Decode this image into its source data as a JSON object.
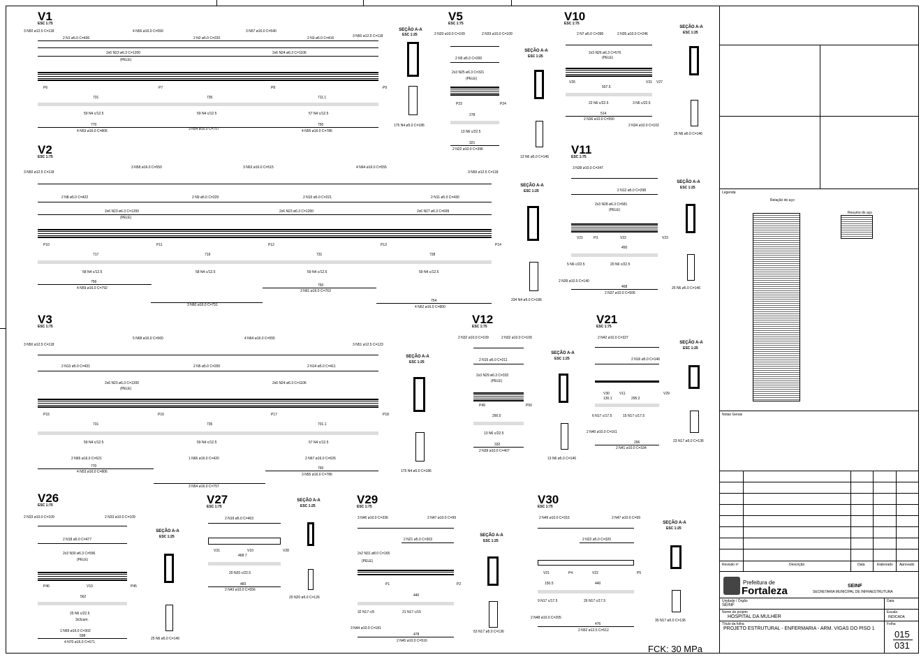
{
  "beams": {
    "V1": {
      "title": "V1",
      "scale": "ESC 1:75",
      "section": "SEÇÃO A-A",
      "section_scale": "ESC 1:25",
      "bars": [
        "3 N50 ø12.5 C=118",
        "4 N56 ø16.0 C=550",
        "3 N57 ø16.0 C=540",
        "3 N50 ø12.5 C=118",
        "2 N1 ø5.0 C=436",
        "2 N2 ø5.0 C=220",
        "2 N3 ø5.0 C=416",
        "2x6 N23 ø6.3 C=1200",
        "2x6 N24 ø6.3 C=1106",
        "(PELE)",
        "59 N4 c/12.5",
        "59 N4 c/12.5",
        "57 N4 c/12.5",
        "4 N53 ø16.0 C=806",
        "3 N54 ø16.0 C=757",
        "4 N55 ø16.0 C=786",
        "175 N4 ø5.0 C=186"
      ],
      "pillars": [
        "P6",
        "P7",
        "P8",
        "P9"
      ],
      "dims": [
        "731",
        "735",
        "711.1",
        "770",
        "750"
      ]
    },
    "V2": {
      "title": "V2",
      "scale": "ESC 1:75",
      "section": "SEÇÃO A-A",
      "section_scale": "ESC 1:25",
      "bars": [
        "3 N50 ø12.5 C=118",
        "3 N58 ø16.0 C=550",
        "3 N63 ø16.0 C=515",
        "4 N64 ø16.0 C=555",
        "3 N50 ø12.5 C=118",
        "2 N8 ø5.0 C=422",
        "2 N9 ø5.0 C=229",
        "2 N10 ø5.0 C=221",
        "2 N11 ø5.0 C=430",
        "2x6 N23 ø6.3 C=1200",
        "2x6 N23 ø6.3 C=1200",
        "2x6 N27 ø6.3 C=699",
        "(PELE)",
        "58 N4 c/12.5",
        "58 N4 c/12.5",
        "59 N4 c/12.5",
        "59 N4 c/12.5",
        "4 N59 ø16.0 C=792",
        "3 N60 ø16.0 C=751",
        "3 N61 ø16.0 C=763",
        "4 N62 ø16.0 C=800",
        "234 N4 ø5.0 C=186"
      ],
      "pillars": [
        "P10",
        "P11",
        "P12",
        "P13",
        "P14"
      ],
      "dims": [
        "717",
        "719",
        "731",
        "728",
        "756",
        "750",
        "754"
      ]
    },
    "V3": {
      "title": "V3",
      "scale": "ESC 1:75",
      "section": "SEÇÃO A-A",
      "section_scale": "ESC 1:25",
      "bars": [
        "3 N50 ø12.5 C=118",
        "5 N68 ø16.0 C=560",
        "4 N64 ø16.0 C=555",
        "3 N51 ø12.5 C=123",
        "2 N13 ø5.0 C=431",
        "2 N5 ø5.0 C=200",
        "2 N14 ø5.0 C=411",
        "2x6 N23 ø6.3 C=1200",
        "2x6 N24 ø6.3 C=1106",
        "(PELE)",
        "59 N4 c/12.5",
        "59 N4 c/12.5",
        "57 N4 c/12.5",
        "2 N65 ø16.0 C=621",
        "1 N66 ø16.0 C=420",
        "2 N67 ø16.0 C=626",
        "4 N53 ø16.0 C=806",
        "3 N54 ø16.0 C=757",
        "3 N55 ø16.0 C=786",
        "175 N4 ø5.0 C=186"
      ],
      "pillars": [
        "P15",
        "P16",
        "P17",
        "P18"
      ],
      "dims": [
        "731",
        "735",
        "701.1",
        "770",
        "750"
      ]
    },
    "V5": {
      "title": "V5",
      "scale": "ESC 1:75",
      "section": "SEÇÃO A-A",
      "section_scale": "ESC 1:25",
      "bars": [
        "2 N33 ø10.0 C=109",
        "2 N33 ø10.0 C=109",
        "2 N5 ø5.0 C=200",
        "2x3 N25 ø6.3 C=321",
        "(PELE)",
        "13 N6 c/22.5",
        "2 N22 ø10.0 C=396",
        "13 N6 ø5.0 C=146"
      ],
      "pillars": [
        "P23",
        "P24"
      ],
      "dims": [
        "278",
        "321"
      ]
    },
    "V10": {
      "title": "V10",
      "scale": "ESC 1:75",
      "section": "SEÇÃO A-A",
      "section_scale": "ESC 1:25",
      "bars": [
        "2 N7 ø5.0 C=396",
        "2 N35 ø10.0 C=246",
        "2x3 N26 ø6.3 C=576",
        "(PELE)",
        "22 N6 c/22.5",
        "3 N6 c/22.5",
        "2 N36 ø10.0 C=550",
        "2 N34 ø10.0 C=102",
        "25 N6 ø5.0 C=146"
      ],
      "pillars": [
        "V26",
        "V31",
        "V27"
      ],
      "dims": [
        "507.5",
        "514"
      ]
    },
    "V11": {
      "title": "V11",
      "scale": "ESC 1:75",
      "section": "SEÇÃO A-A",
      "section_scale": "ESC 1:25",
      "bars": [
        "3 N38 ø10.0 C=347",
        "2 N12 ø5.0 C=298",
        "2x3 N28 ø6.3 C=581",
        "(PELE)",
        "5 N6 c/22.5",
        "20 N6 c/22.5",
        "2 N39 ø10.0 C=140",
        "2 N37 ø10.0 C=506",
        "25 N6 ø5.0 C=146"
      ],
      "pillars": [
        "V21",
        "P3",
        "V22",
        "V23"
      ],
      "dims": [
        "450",
        "468"
      ]
    },
    "V12": {
      "title": "V12",
      "scale": "ESC 1:75",
      "section": "SEÇÃO A-A",
      "section_scale": "ESC 1:25",
      "bars": [
        "2 N32 ø10.0 C=109",
        "2 N32 ø10.0 C=109",
        "2 N15 ø5.0 C=211",
        "2x3 N29 ø6.3 C=332",
        "(PELE)",
        "13 N6 c/22.5",
        "2 N39 ø10.0 C=407",
        "13 N6 ø5.0 C=146"
      ],
      "pillars": [
        "P49",
        "P50"
      ],
      "dims": [
        "290.5",
        "332"
      ]
    },
    "V21": {
      "title": "V21",
      "scale": "ESC 1:75",
      "section": "SEÇÃO A-A",
      "section_scale": "ESC 1:25",
      "bars": [
        "2 N42 ø10.0 C=327",
        "2 N16 ø5.0 C=146",
        "6 N17 c/17.5",
        "15 N17 c/17.5",
        "2 N40 ø10.0 C=161",
        "2 N41 ø10.0 C=334",
        "23 N17 ø5.0 C=136"
      ],
      "pillars": [
        "V30",
        "V11",
        "V29"
      ],
      "dims": [
        "130.1",
        "295.2",
        "296"
      ]
    },
    "V26": {
      "title": "V26",
      "scale": "ESC 1:75",
      "section": "SEÇÃO A-A",
      "section_scale": "ESC 1:25",
      "bars": [
        "2 N33 ø10.0 C=109",
        "2 N33 ø10.0 C=109",
        "2 N18 ø5.0 C=477",
        "2x3 N30 ø6.3 C=596",
        "(PELE)",
        "25 N6 c/22.5",
        "3x3cam.",
        "1 N69 ø16.0 C=302",
        "4 N70 ø16.0 C=671",
        "25 N6 ø5.0 C=146"
      ],
      "pillars": [
        "P46",
        "V10",
        "P45"
      ],
      "dims": [
        "562",
        "598"
      ]
    },
    "V27": {
      "title": "V27",
      "scale": "ESC 1:75",
      "section": "SEÇÃO A-A",
      "section_scale": "ESC 1:25",
      "bars": [
        "2 N19 ø5.0 C=463",
        "20 N20 c/22.5",
        "2 N43 ø10.0 C=556",
        "20 N20 ø5.0 C=126"
      ],
      "pillars": [
        "V31",
        "V10",
        "V28"
      ],
      "dims": [
        "468.7",
        "483"
      ]
    },
    "V29": {
      "title": "V29",
      "scale": "ESC 1:75",
      "section": "SEÇÃO A-A",
      "section_scale": "ESC 1:25",
      "bars": [
        "3 N46 ø10.0 C=336",
        "2 N47 ø10.0 C=99",
        "2 N21 ø5.0 C=303",
        "2x2 N31 ø8.0 C=165",
        "(PELE)",
        "32 N17 c/5",
        "21 N17 c/15",
        "3 N44 ø10.0 C=181",
        "2 N45 ø10.0 C=516",
        "53 N17 ø5.0 C=136"
      ],
      "pillars": [
        "P1",
        "P2"
      ],
      "dims": [
        "440",
        "478"
      ]
    },
    "V30": {
      "title": "V30",
      "scale": "ESC 1:75",
      "section": "SEÇÃO A-A",
      "section_scale": "ESC 1:25",
      "bars": [
        "2 N49 ø10.0 C=315",
        "2 N47 ø10.0 C=99",
        "2 N22 ø5.0 C=320",
        "9 N17 c/17.5",
        "26 N17 c/17.5",
        "2 N48 ø10.0 C=205",
        "2 N52 ø12.5 C=512",
        "35 N17 ø5.0 C=136"
      ],
      "pillars": [
        "V21",
        "P4",
        "V22",
        "P5"
      ],
      "dims": [
        "150.5",
        "440",
        "476"
      ]
    }
  },
  "fck": "FCK: 30 MPa",
  "title_block": {
    "org_logo_line1": "Prefeitura de",
    "org_logo_line2": "Fortaleza",
    "org_short": "SEINF",
    "org_long": "SECRETARIA MUNICIPAL DE INFRAESTRUTURA",
    "label_unit": "Unidade / Órgão",
    "unit": "SEINF",
    "label_project_name": "Nome do projeto",
    "project_name": "HOSPITAL DA MULHER",
    "label_title": "Título da folha",
    "sheet_title": "PROJETO ESTRUTURAL - ENFERMARIA - ARM. VIGAS DO PISO 1",
    "label_scale": "Escala",
    "scale": "INDICADA",
    "label_date": "Data",
    "sheet_number": "015",
    "sheet_total": "031",
    "label_sheet": "Folha",
    "revision_headers": [
      "Revisão nº",
      "Descrição",
      "Data",
      "Elaborado",
      "Aprovado"
    ],
    "label_legend": "Legenda",
    "label_notes": "Notas Gerais",
    "table_title": "Relação do aço",
    "summary_title": "Resumo do aço"
  }
}
